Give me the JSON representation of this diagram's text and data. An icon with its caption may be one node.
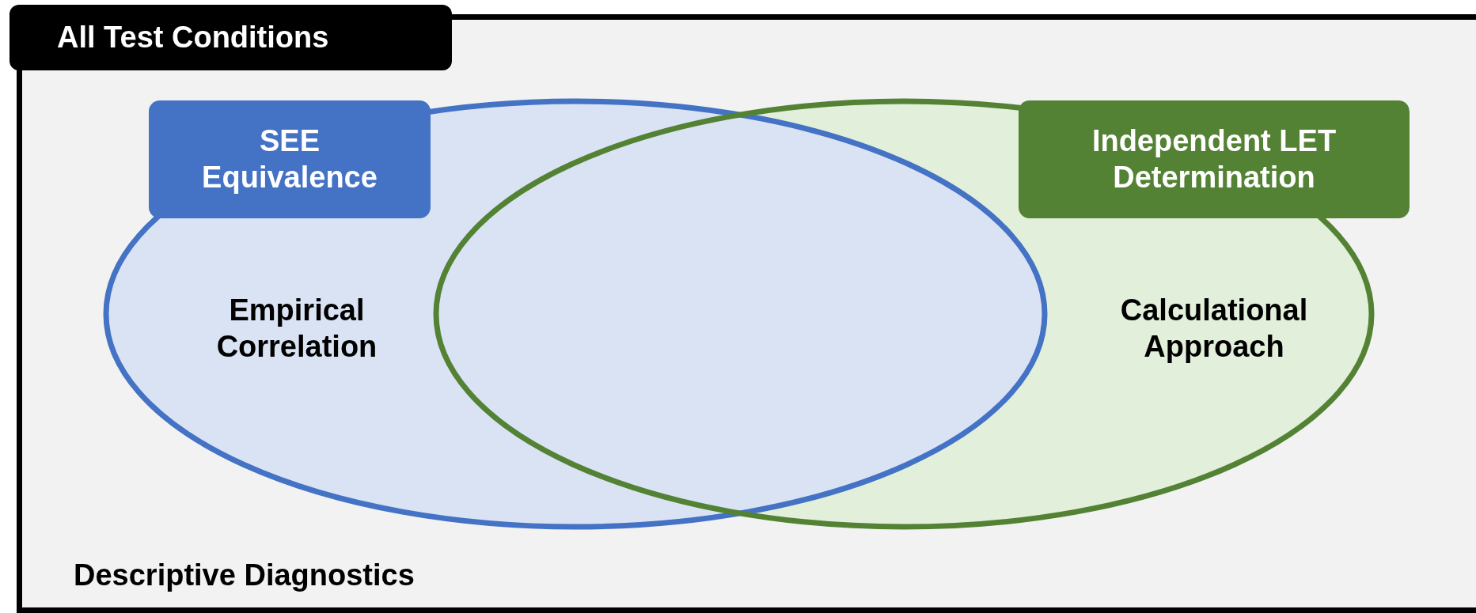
{
  "diagram": {
    "nodes": [
      {
        "text": [
          "All Test Conditions",
          "Descriptive Diagnostics"
        ]
      },
      {
        "text": [
          "SEE Equivalence",
          "Empirical Correlation"
        ],
        "in": 0
      },
      {
        "text": [
          "Independent LET Determination",
          "Calculational Approach"
        ],
        "in": 0
      }
    ]
  }
}
